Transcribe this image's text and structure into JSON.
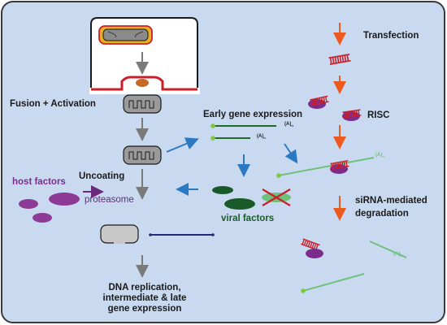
{
  "labels": {
    "transfection": "Transfection",
    "risc": "RISC",
    "sirna_degradation": "siRNA-mediated\ndegradation",
    "fusion_activation": "Fusion + Activation",
    "early_gene_expression": "Early gene expression",
    "uncoating": "Uncoating",
    "host_factors": "host factors",
    "proteasome": "proteasome",
    "viral_factors": "viral factors",
    "dna_replication": "DNA replication,\nintermediate & late\ngene expression",
    "polya": "(A)",
    "polya_sub": "n"
  },
  "colors": {
    "background": "#c9daf0",
    "border": "#3a3a3a",
    "membrane": "#c8202a",
    "virus_core": "#8a8a8a",
    "gray_arrow": "#7a7a7a",
    "blue_arrow": "#2b79c2",
    "orange_arrow": "#ec5a1e",
    "purple": "#7d2c8c",
    "dark_green": "#1f5a2a",
    "light_green": "#6fc07a",
    "navy_line": "#1f2a7a",
    "sirna_red": "#c8202a",
    "host_purple": "#8c3a96",
    "viral_green": "#1a5a2a"
  }
}
